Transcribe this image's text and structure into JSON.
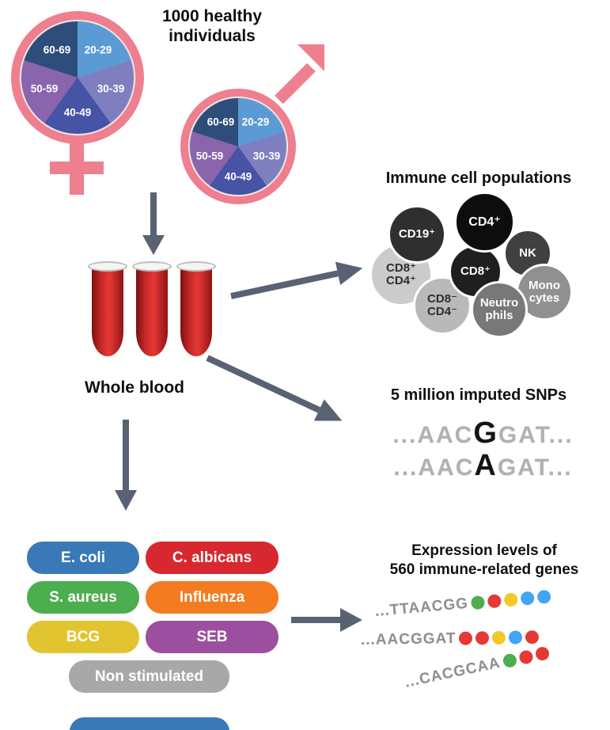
{
  "colors": {
    "gender_pink": "#ee7f8e",
    "arrow_gray": "#596273",
    "blood_red": "#c62828"
  },
  "cohort": {
    "title": "1000 healthy\nindividuals",
    "age_groups": [
      {
        "label": "20-29",
        "color": "#5b9bd5"
      },
      {
        "label": "30-39",
        "color": "#7f7fc0"
      },
      {
        "label": "40-49",
        "color": "#4753a5"
      },
      {
        "label": "50-59",
        "color": "#8a64ad"
      },
      {
        "label": "60-69",
        "color": "#2e4d7b"
      }
    ]
  },
  "blood": {
    "label": "Whole blood"
  },
  "immune_cells": {
    "title": "Immune cell populations",
    "cells": [
      {
        "label": "CD8⁺\nCD4⁺",
        "color": "#cbcbcb"
      },
      {
        "label": "CD19⁺",
        "color": "#2f2f2f"
      },
      {
        "label": "NK",
        "color": "#404040"
      },
      {
        "label": "CD8⁻\nCD4⁻",
        "color": "#b9b9b9"
      },
      {
        "label": "CD8⁺",
        "color": "#1f1f1f"
      },
      {
        "label": "Mono\ncytes",
        "color": "#909090"
      },
      {
        "label": "Neutro\nphils",
        "color": "#787878"
      },
      {
        "label": "CD4⁺",
        "color": "#0d0d0d"
      }
    ]
  },
  "snps": {
    "title": "5 million imputed SNPs",
    "rows": [
      {
        "pre": "...AAC",
        "variant": "G",
        "post": "GAT..."
      },
      {
        "pre": "...AAC",
        "variant": "A",
        "post": "GAT..."
      }
    ]
  },
  "stimuli": {
    "items": [
      {
        "label": "E. coli",
        "color": "#3a79b8"
      },
      {
        "label": "C. albicans",
        "color": "#d7282f"
      },
      {
        "label": "S. aureus",
        "color": "#4cae4f"
      },
      {
        "label": "Influenza",
        "color": "#f47b20"
      },
      {
        "label": "BCG",
        "color": "#e2c431"
      },
      {
        "label": "SEB",
        "color": "#9c4f9e"
      },
      {
        "label": "Non stimulated",
        "color": "#a8a8a8"
      }
    ],
    "partial_item_color": "#3a79b8"
  },
  "expression": {
    "title": "Expression levels of\n560 immune-related genes",
    "rows": [
      {
        "sequence": "...TTAACGG",
        "dots": [
          "#4cae4f",
          "#e53935",
          "#f0c929",
          "#42a5f5",
          "#42a5f5"
        ]
      },
      {
        "sequence": "...AACGGAT",
        "dots": [
          "#e53935",
          "#e53935",
          "#f0c929",
          "#42a5f5",
          "#e53935"
        ]
      },
      {
        "sequence": "...CACGCAA",
        "dots": [
          "#4cae4f",
          "#e53935",
          "#e53935"
        ]
      }
    ]
  }
}
